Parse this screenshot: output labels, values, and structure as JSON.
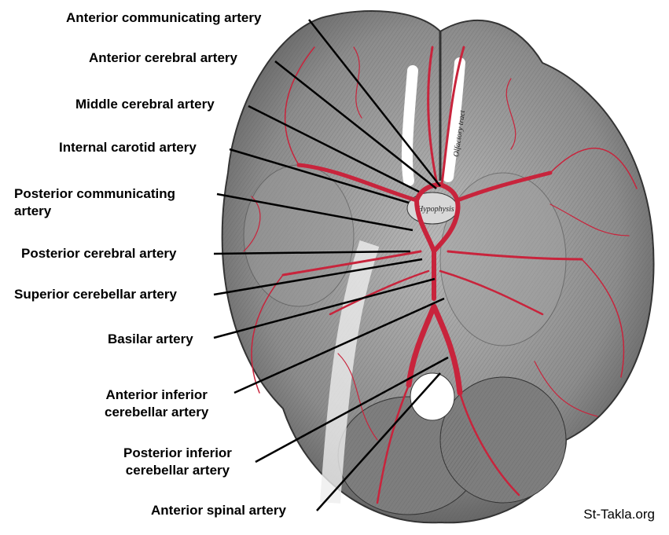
{
  "labels": {
    "acomm": "Anterior communicating artery",
    "aca": "Anterior cerebral artery",
    "mca": "Middle cerebral artery",
    "ica": "Internal carotid artery",
    "pcomm_1": "Posterior communicating",
    "pcomm_2": "artery",
    "pca": "Posterior cerebral artery",
    "sca": "Superior cerebellar artery",
    "basilar": "Basilar artery",
    "aica_1": "Anterior inferior",
    "aica_2": "cerebellar artery",
    "pica_1": "Posterior inferior",
    "pica_2": "cerebellar artery",
    "asa": "Anterior spinal artery"
  },
  "in_figure": {
    "hypophysis": "Hypophysis",
    "olfactory_tract": "Olfactory tract"
  },
  "watermark": "St-Takla.org",
  "colors": {
    "artery": "#c8243c",
    "tissue": "#8a8a8a",
    "line": "#000000"
  }
}
